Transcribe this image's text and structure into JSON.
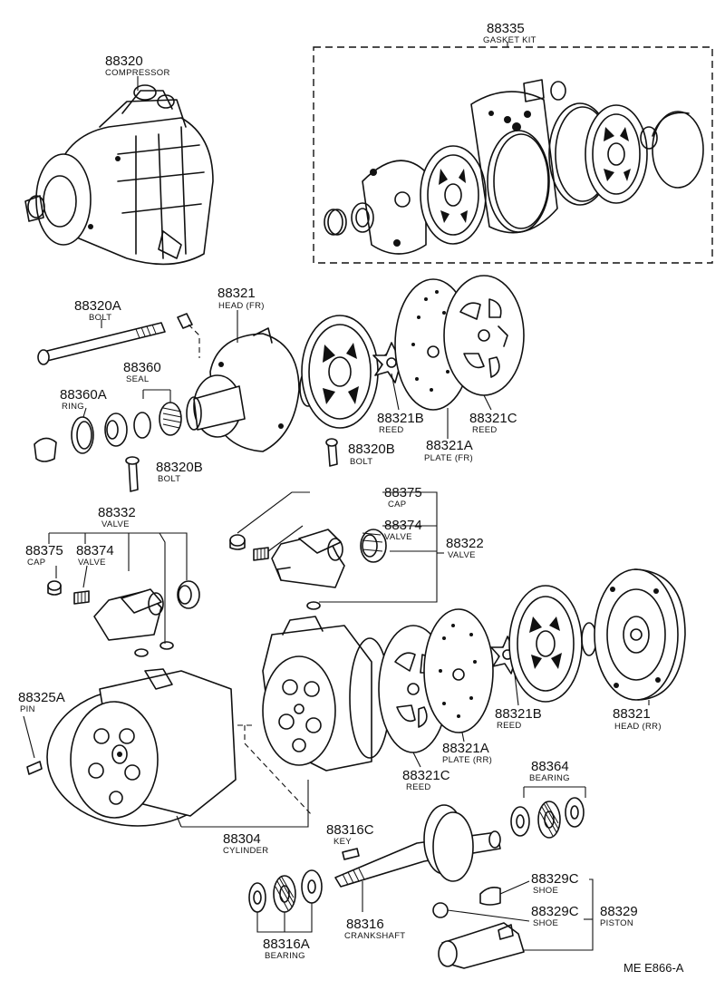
{
  "labels": {
    "gasket_kit": {
      "part": "88335",
      "name": "GASKET KIT"
    },
    "compressor": {
      "part": "88320",
      "name": "COMPRESSOR"
    },
    "bolt_long": {
      "part": "88320A",
      "name": "BOLT"
    },
    "head_fr": {
      "part": "88321",
      "name": "HEAD (FR)"
    },
    "seal": {
      "part": "88360",
      "name": "SEAL"
    },
    "ring": {
      "part": "88360A",
      "name": "RING"
    },
    "reed_b_top": {
      "part": "88321B",
      "name": "REED"
    },
    "reed_c_top": {
      "part": "88321C",
      "name": "REED"
    },
    "bolt_b_mid": {
      "part": "88320B",
      "name": "BOLT"
    },
    "plate_fr": {
      "part": "88321A",
      "name": "PLATE (FR)"
    },
    "bolt_b_left": {
      "part": "88320B",
      "name": "BOLT"
    },
    "cap_right": {
      "part": "88375",
      "name": "CAP"
    },
    "valve_right": {
      "part": "88374",
      "name": "VALVE"
    },
    "valve_88322": {
      "part": "88322",
      "name": "VALVE"
    },
    "valve_88332": {
      "part": "88332",
      "name": "VALVE"
    },
    "cap_left": {
      "part": "88375",
      "name": "CAP"
    },
    "valve_left": {
      "part": "88374",
      "name": "VALVE"
    },
    "pin": {
      "part": "88325A",
      "name": "PIN"
    },
    "head_rr": {
      "part": "88321",
      "name": "HEAD (RR)"
    },
    "reed_b_bot": {
      "part": "88321B",
      "name": "REED"
    },
    "plate_rr": {
      "part": "88321A",
      "name": "PLATE (RR)"
    },
    "reed_c_bot": {
      "part": "88321C",
      "name": "REED"
    },
    "bearing_right": {
      "part": "88364",
      "name": "BEARING"
    },
    "cylinder": {
      "part": "88304",
      "name": "CYLINDER"
    },
    "key": {
      "part": "88316C",
      "name": "KEY"
    },
    "shoe_1": {
      "part": "88329C",
      "name": "SHOE"
    },
    "shoe_2": {
      "part": "88329C",
      "name": "SHOE"
    },
    "piston": {
      "part": "88329",
      "name": "PISTON"
    },
    "crankshaft": {
      "part": "88316",
      "name": "CRANKSHAFT"
    },
    "bearing_left": {
      "part": "88316A",
      "name": "BEARING"
    }
  },
  "footer": {
    "code": "ME E866-A"
  }
}
